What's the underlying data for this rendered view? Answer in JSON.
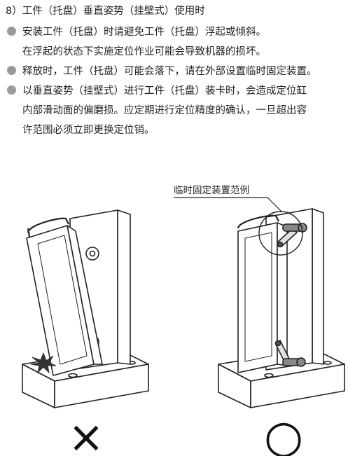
{
  "heading": "8）工件（托盘）垂直姿势（挂壁式）使用时",
  "bullets": [
    {
      "lines": [
        "安装工件（托盘）时请避免工件（托盘）浮起或倾斜。",
        "在浮起的状态下实施定位作业可能会导致机器的损坏。"
      ]
    },
    {
      "lines": [
        "释放时，工件（托盘）可能会落下，请在外部设置临时固定装置。"
      ]
    },
    {
      "lines": [
        "以垂直姿势（挂壁式）进行工件（托盘）装卡时，会造成定位缸",
        "内部滑动面的偏磨损。应定期进行定位精度的确认，一旦超出容",
        "许范围必须立即更换定位销。"
      ]
    }
  ],
  "figure": {
    "callout_label": "临时固定装置范例",
    "wrong_mark": "×",
    "correct_mark": "○"
  },
  "colors": {
    "bullet_dot": "#9a9a9a",
    "line": "#222222",
    "impact": "#333333"
  }
}
